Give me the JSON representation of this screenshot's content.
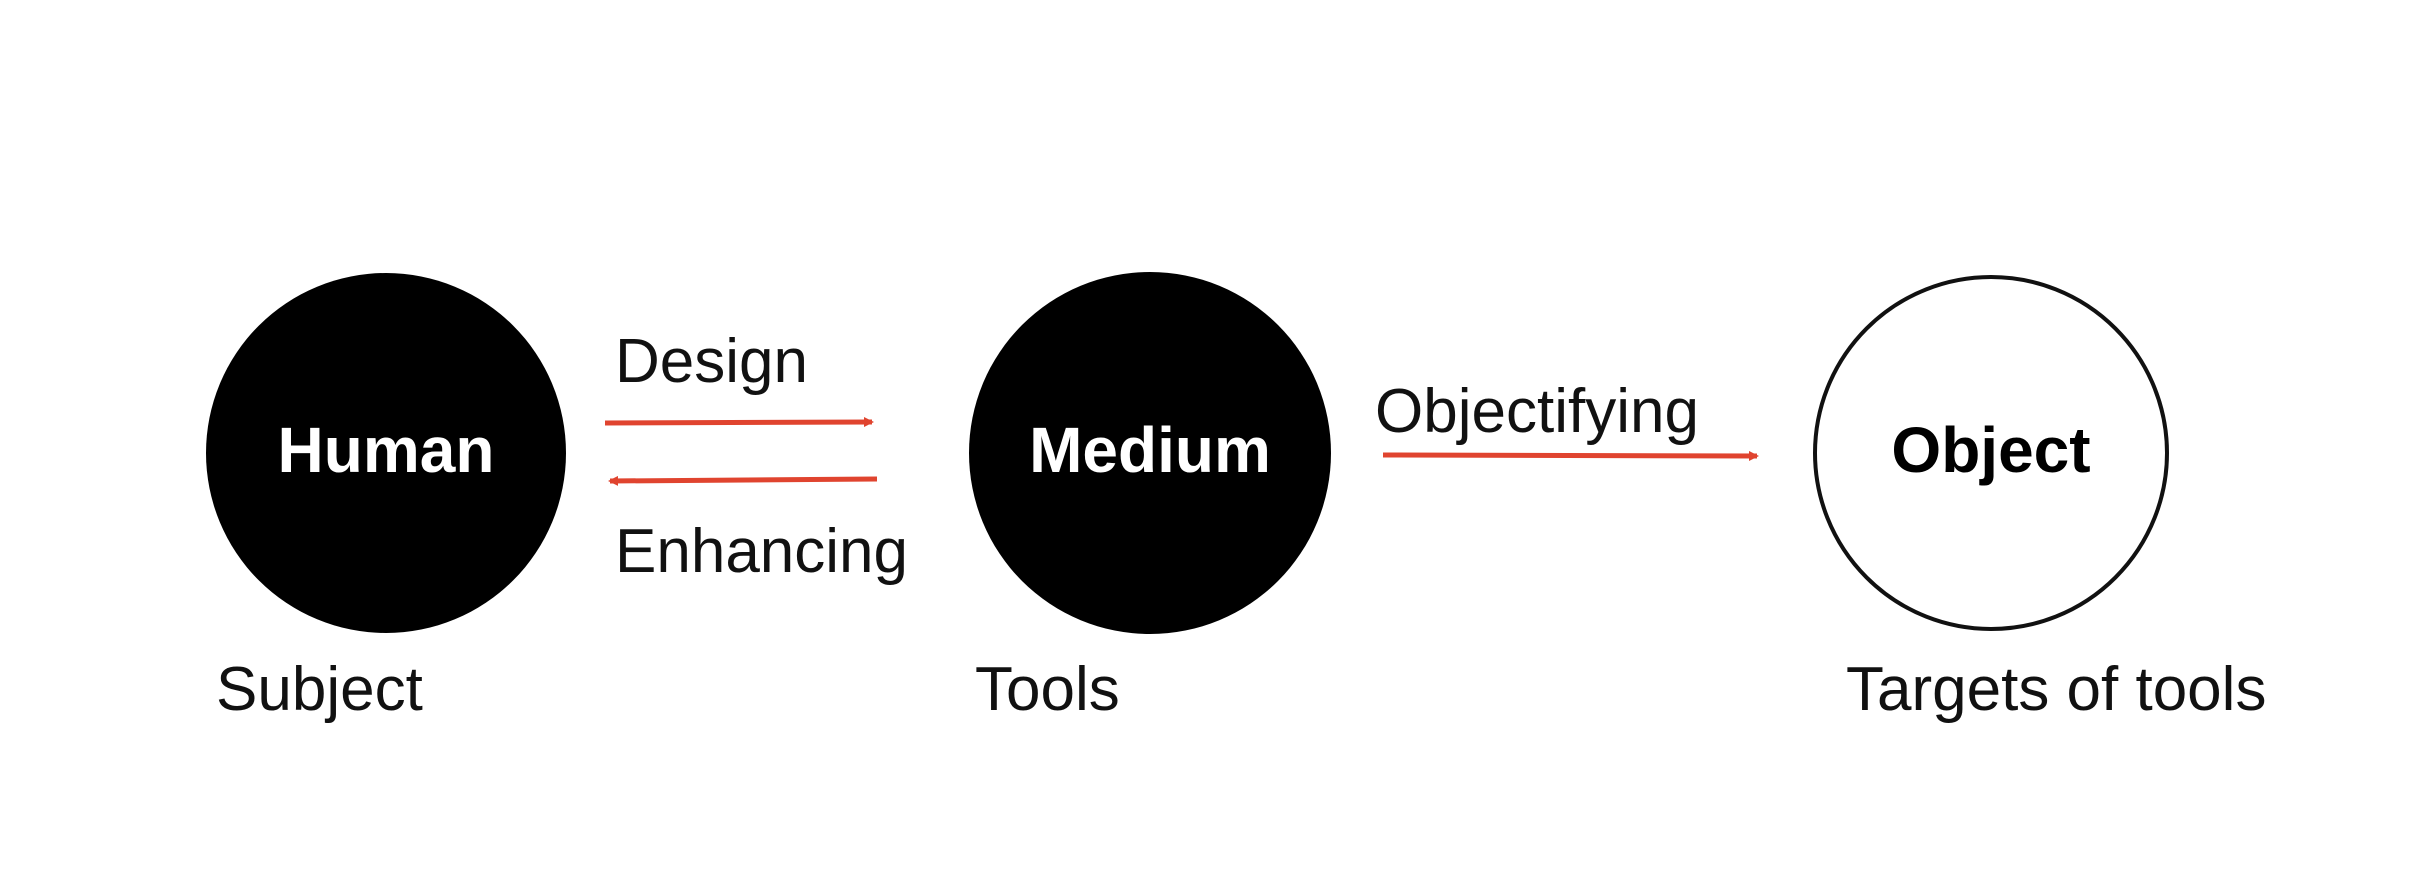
{
  "nodes": {
    "human": {
      "label": "Human",
      "caption": "Subject"
    },
    "medium": {
      "label": "Medium",
      "caption": "Tools"
    },
    "object": {
      "label": "Object",
      "caption": "Targets of tools"
    }
  },
  "edges": {
    "design": {
      "label": "Design"
    },
    "enhancing": {
      "label": "Enhancing"
    },
    "objectifying": {
      "label": "Objectifying"
    }
  },
  "colors": {
    "node_fill": "#000000",
    "node_text_on_fill": "#ffffff",
    "node_outline": "#111111",
    "arrow": "#e0442f"
  }
}
